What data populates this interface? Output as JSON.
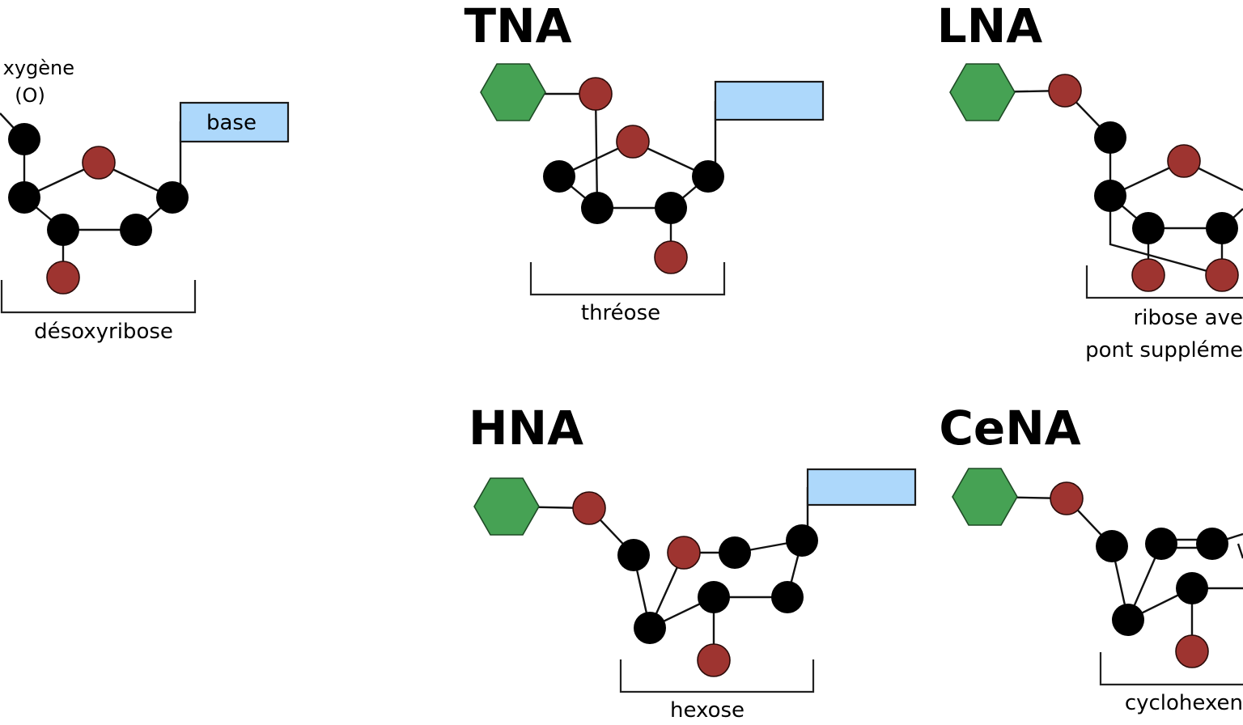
{
  "panels": {
    "dna": {
      "oxygen_label_line1": "xygène",
      "oxygen_label_line2": "(O)",
      "base_label": "base",
      "sugar_label": "désoxyribose"
    },
    "tna": {
      "title": "TNA",
      "sugar_label": "thréose"
    },
    "lna": {
      "title": "LNA",
      "sugar_label_line1": "ribose ave",
      "sugar_label_line2": "pont suppléme"
    },
    "hna": {
      "title": "HNA",
      "sugar_label": "hexose"
    },
    "cena": {
      "title": "CeNA",
      "sugar_label": "cyclohexen"
    }
  },
  "colors": {
    "carbon": "#000000",
    "oxygen": "#9e3430",
    "phosphate": "#46a254",
    "base": "#add8fb"
  }
}
